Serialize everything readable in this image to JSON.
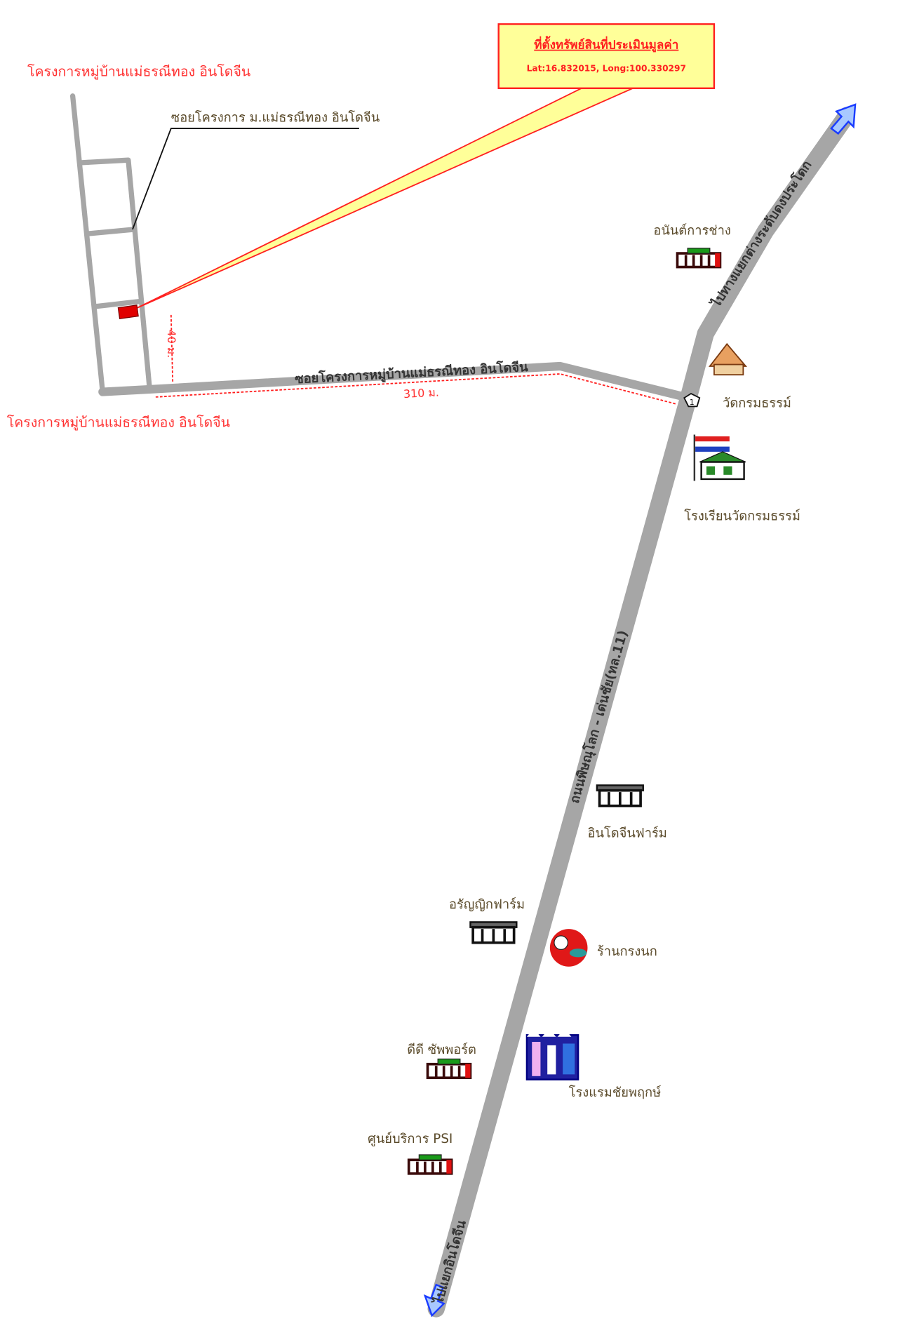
{
  "callout": {
    "title": "ที่ตั้งทรัพย์สินที่ประเมินมูลค่า",
    "coords": "Lat:16.832015, Long:100.330297"
  },
  "labels": {
    "project_top": "โครงการหมู่บ้านแม่ธรณีทอง อินโดจีน",
    "project_bottom": "โครงการหมู่บ้านแม่ธรณีทอง อินโดจีน",
    "soi_leader": "ซอยโครงการ ม.แม่ธรณีทอง อินโดจีน",
    "soi_road": "ซอยโครงการหมู่บ้านแม่ธรณีทอง อินโดจีน",
    "dist_40": "40 ม.",
    "dist_310": "310 ม.",
    "main_road": "ถนนพิษณุโลก - เด่นชัย(ทล.11)",
    "to_north": "ไปทางแยกต่างระดับดงประโดก",
    "to_south": "ไปแยกอินโดจีน",
    "marker_number": "1"
  },
  "landmarks": [
    {
      "name": "อนันต์การช่าง",
      "icon": "shop-icon"
    },
    {
      "name": "วัดกรมธรรม์",
      "icon": "temple-icon"
    },
    {
      "name": "โรงเรียนวัดกรมธรรม์",
      "icon": "school-icon"
    },
    {
      "name": "อินโดจีนฟาร์ม",
      "icon": "store-icon"
    },
    {
      "name": "อรัญญิกฟาร์ม",
      "icon": "store-icon"
    },
    {
      "name": "ร้านกรงนก",
      "icon": "restaurant-icon"
    },
    {
      "name": "ดีดี ซัพพอร์ต",
      "icon": "shop-icon"
    },
    {
      "name": "โรงแรมชัยพฤกษ์",
      "icon": "hotel-icon"
    },
    {
      "name": "ศูนย์บริการ PSI",
      "icon": "shop-icon"
    }
  ],
  "colors": {
    "road": "#a6a6a6",
    "accent": "#ff2020",
    "callout_bg": "#ffff99",
    "arrow": "#1a3cff"
  }
}
